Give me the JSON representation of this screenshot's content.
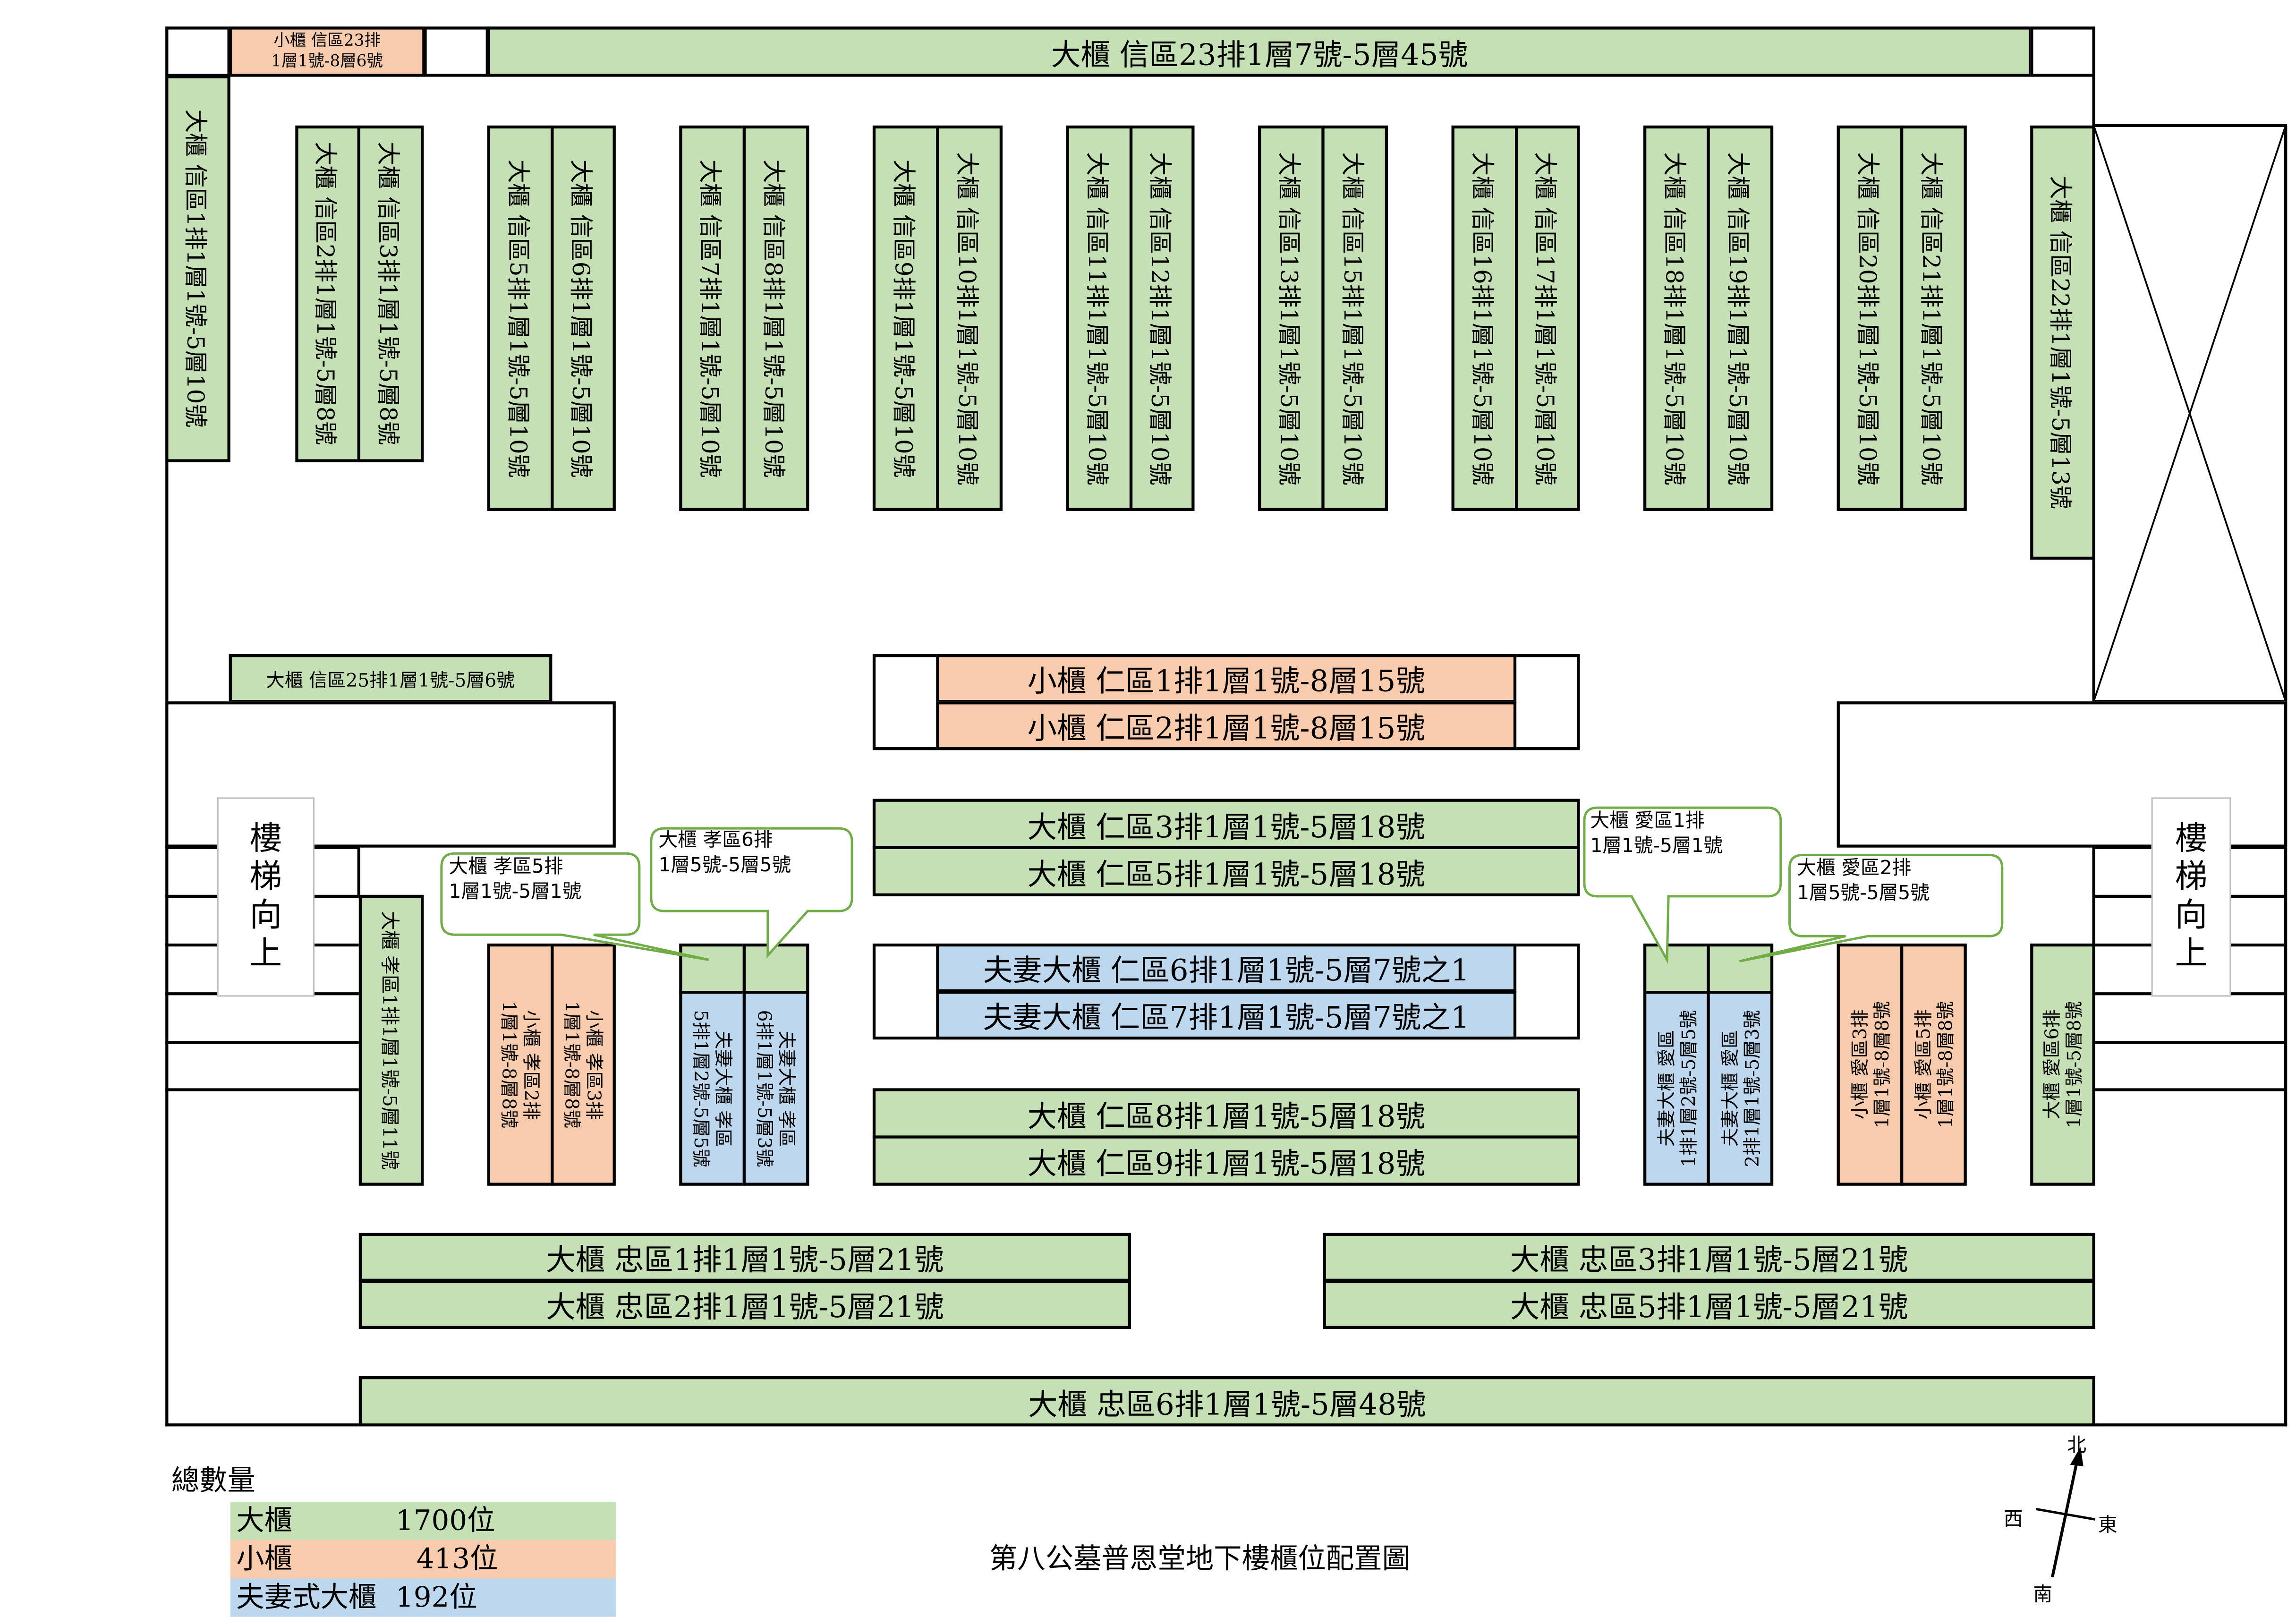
{
  "title": "第八公墓普恩堂地下樓櫃位配置圖",
  "colors": {
    "large": "#c5e0b4",
    "small": "#f8cbad",
    "couple": "#bdd7ee",
    "callout_border": "#70ad47"
  },
  "top": {
    "small_xin23": "小櫃 信區23排\n1層1號-8層6號",
    "large_xin23": "大櫃 信區23排1層7號-5層45號"
  },
  "xin_columns": {
    "xin1": "大櫃 信區1排1層1號-5層10號",
    "xin2": "大櫃 信區2排1層1號-5層8號",
    "xin3": "大櫃 信區3排1層1號-5層8號",
    "xin5": "大櫃 信區5排1層1號-5層10號",
    "xin6": "大櫃 信區6排1層1號-5層10號",
    "xin7": "大櫃 信區7排1層1號-5層10號",
    "xin8": "大櫃 信區8排1層1號-5層10號",
    "xin9": "大櫃 信區9排1層1號-5層10號",
    "xin10": "大櫃 信區10排1層1號-5層10號",
    "xin11": "大櫃 信區11排1層1號-5層10號",
    "xin12": "大櫃 信區12排1層1號-5層10號",
    "xin13": "大櫃 信區13排1層1號-5層10號",
    "xin15": "大櫃 信區15排1層1號-5層10號",
    "xin16": "大櫃 信區16排1層1號-5層10號",
    "xin17": "大櫃 信區17排1層1號-5層10號",
    "xin18": "大櫃 信區18排1層1號-5層10號",
    "xin19": "大櫃 信區19排1層1號-5層10號",
    "xin20": "大櫃 信區20排1層1號-5層10號",
    "xin21": "大櫃 信區21排1層1號-5層10號",
    "xin22": "大櫃 信區22排1層1號-5層13號",
    "xin25": "大櫃 信區25排1層1號-5層6號"
  },
  "ren_rows": {
    "ren1": "小櫃 仁區1排1層1號-8層15號",
    "ren2": "小櫃 仁區2排1層1號-8層15號",
    "ren3": "大櫃 仁區3排1層1號-5層18號",
    "ren5": "大櫃 仁區5排1層1號-5層18號",
    "ren6": "夫妻大櫃 仁區6排1層1號-5層7號之1",
    "ren7": "夫妻大櫃 仁區7排1層1號-5層7號之1",
    "ren8": "大櫃 仁區8排1層1號-5層18號",
    "ren9": "大櫃 仁區9排1層1號-5層18號"
  },
  "xiao": {
    "xiao1": "大櫃 孝區1排1層1號-5層11號",
    "xiao2": "小櫃 孝區2排\n1層1號-8層8號",
    "xiao3": "小櫃 孝區3排\n1層1號-8層8號",
    "xiao5_couple": "夫妻大櫃 孝區\n5排1層2號-5層5號",
    "xiao6_couple": "夫妻大櫃 孝區\n6排1層1號-5層3號",
    "callout_xiao5": "大櫃 孝區5排\n1層1號-5層1號",
    "callout_xiao6": "大櫃 孝區6排\n1層5號-5層5號"
  },
  "ai": {
    "ai1_couple": "夫妻大櫃 愛區\n1排1層2號-5層5號",
    "ai2_couple": "夫妻大櫃 愛區\n2排1層1號-5層3號",
    "ai3": "小櫃 愛區3排\n1層1號-8層8號",
    "ai5": "小櫃 愛區5排\n1層1號-8層8號",
    "ai6": "大櫃 愛區6排\n1層1號-5層8號",
    "callout_ai1": "大櫃 愛區1排\n1層1號-5層1號",
    "callout_ai2": "大櫃 愛區2排\n1層5號-5層5號"
  },
  "zhong_rows": {
    "zhong1": "大櫃 忠區1排1層1號-5層21號",
    "zhong2": "大櫃 忠區2排1層1號-5層21號",
    "zhong3": "大櫃 忠區3排1層1號-5層21號",
    "zhong5": "大櫃 忠區5排1層1號-5層21號",
    "zhong6": "大櫃 忠區6排1層1號-5層48號"
  },
  "stairs": {
    "left_label": [
      "樓",
      "梯",
      "向",
      "上"
    ],
    "right_label": [
      "樓",
      "梯",
      "向",
      "上"
    ]
  },
  "legend": {
    "heading": "總數量",
    "rows": [
      {
        "label": "大櫃",
        "count": "1700位",
        "type": "large"
      },
      {
        "label": "小櫃",
        "count": "413位",
        "type": "small"
      },
      {
        "label": "夫妻式大櫃",
        "count": "192位",
        "type": "couple"
      }
    ]
  },
  "compass": {
    "north": "北",
    "south": "南",
    "east": "東",
    "west": "西"
  }
}
